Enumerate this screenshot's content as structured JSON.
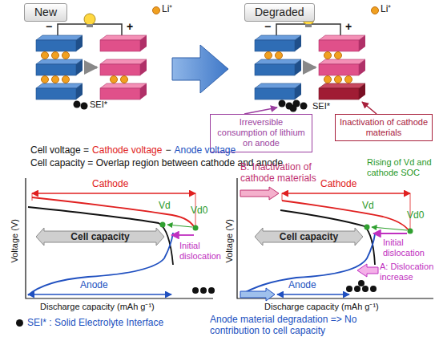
{
  "diagram": {
    "nodes": [
      {
        "text": [
          "New"
        ]
      },
      {
        "text": [
          "Degraded"
        ]
      },
      {
        "text": [
          "Irreversible consumption of lithium on anode"
        ]
      },
      {
        "text": [
          "Inactivation of cathode materials"
        ]
      },
      {
        "text": [
          "Cell capacity"
        ]
      },
      {
        "text": [
          "Cell capacity"
        ]
      }
    ],
    "labels": [
      "Li⁺",
      "−",
      "+",
      "SEI*",
      "Li⁺",
      "−",
      "+",
      "SEI*",
      "Cell voltage =",
      "Cathode voltage",
      "−",
      "Anode voltage",
      "Cell capacity = Overlap region between cathode and anode",
      "Cathode",
      "Vd",
      "Vd0",
      "Initial dislocation",
      "Anode",
      "Voltage (V)",
      "Discharge capacity (mAh g⁻¹)",
      "B: Inactivation of cathode materials",
      "Rising of Vd and cathode SOC",
      "Cathode",
      "Vd",
      "Vd0",
      "Initial dislocation",
      "A: Dislocation increase",
      "Anode",
      "Voltage (V)",
      "Discharge capacity (mAh g⁻¹)",
      "Anode material degradation => No contribution to cell capacity"
    ],
    "legend": [
      {
        "text": "SEI* : Solid Electrolyte Interface"
      }
    ]
  }
}
